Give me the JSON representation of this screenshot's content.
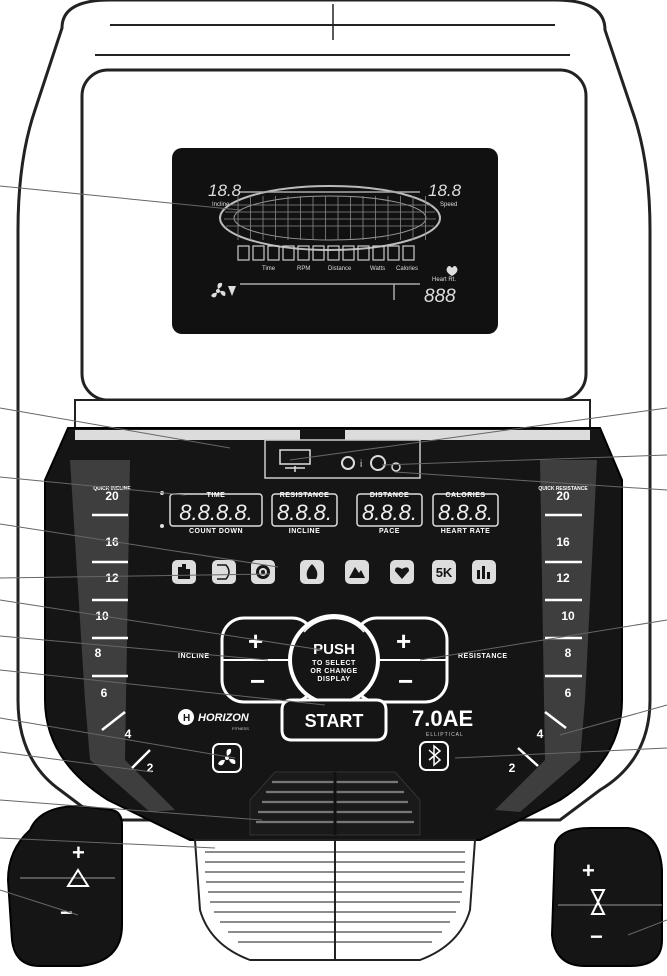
{
  "lcd": {
    "incline_digits": "18.8",
    "incline_label": "Incline",
    "speed_digits": "18.8",
    "speed_label": "Speed",
    "heart_rate_digits": "888",
    "heart_rate_label": "Heart Rt.",
    "metric_labels": [
      "Time",
      "RPM",
      "Distance",
      "Watts",
      "Calories"
    ]
  },
  "displays": [
    {
      "top": "TIME",
      "digits": "8.8.8.8.",
      "bottom": "COUNT DOWN"
    },
    {
      "top": "RESISTANCE",
      "digits": "8.8.8.",
      "bottom": "INCLINE"
    },
    {
      "top": "DISTANCE",
      "digits": "8.8.8.",
      "bottom": "PACE"
    },
    {
      "top": "CALORIES",
      "digits": "8.8.8.",
      "bottom": "HEART RATE"
    }
  ],
  "program_icons": [
    "hand-icon",
    "manual-icon",
    "target-icon",
    "flame-icon",
    "mountain-icon",
    "heart-icon",
    "5k-icon",
    "bars-icon"
  ],
  "program_5k_text": "5K",
  "left_scale": {
    "title": "QUICK INCLINE",
    "values": [
      "20",
      "16",
      "12",
      "10",
      "8",
      "6",
      "4",
      "2"
    ]
  },
  "right_scale": {
    "title": "QUICK RESISTANCE",
    "values": [
      "20",
      "16",
      "12",
      "10",
      "8",
      "6",
      "4",
      "2"
    ]
  },
  "controls": {
    "incline_label": "INCLINE",
    "resistance_label": "RESISTANCE",
    "push_title": "PUSH",
    "push_sub1": "TO SELECT",
    "push_sub2": "OR CHANGE",
    "push_sub3": "DISPLAY",
    "start_label": "START",
    "plus": "+",
    "minus": "−"
  },
  "brand": {
    "name": "HORIZON",
    "sub": "FITNESS",
    "model": "7.0AE",
    "model_sub": "ELLIPTICAL"
  },
  "grip_left": {
    "plus": "+",
    "minus": "−"
  },
  "grip_right": {
    "plus": "+",
    "minus": "−"
  }
}
